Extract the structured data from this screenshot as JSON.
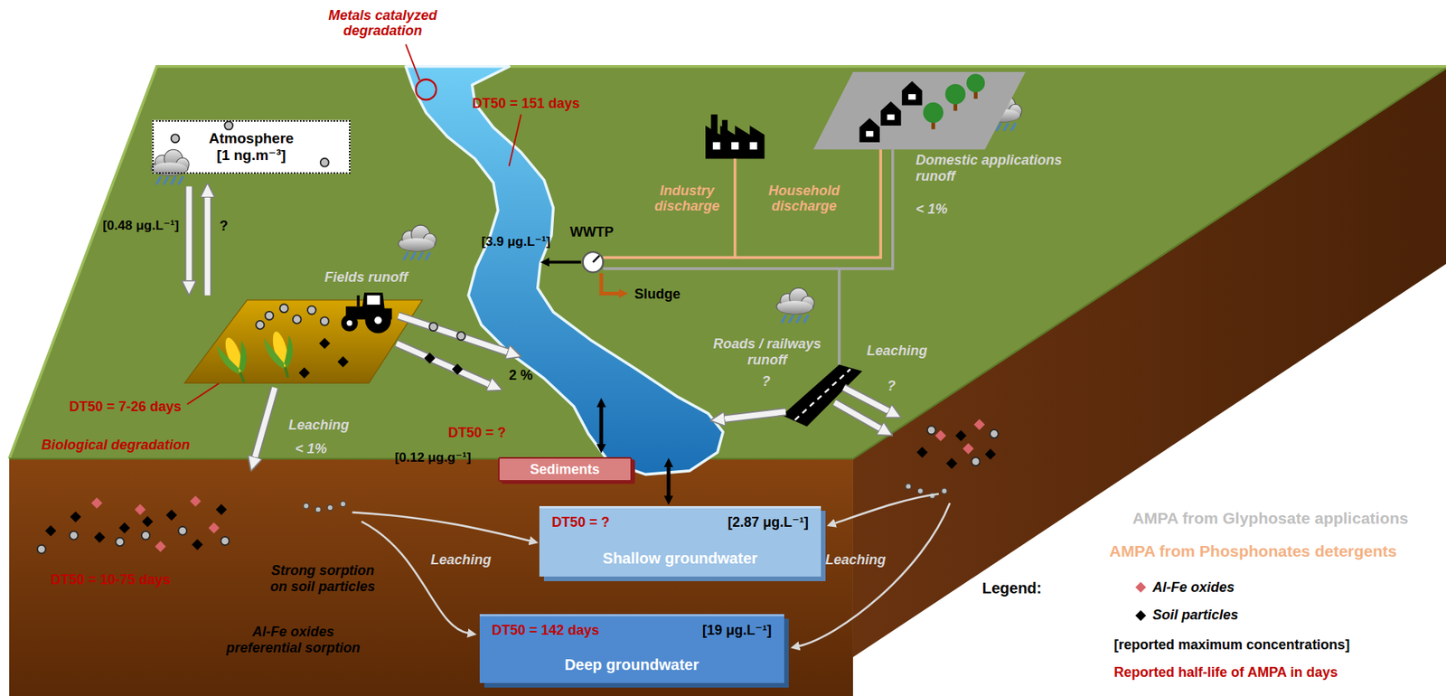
{
  "diagram": {
    "nodes": [
      {
        "text": [
          "Atmosphere",
          "[1 ng.m⁻³]"
        ]
      },
      {
        "text": [
          "Sediments"
        ]
      },
      {
        "text": [
          "DT50 = ?",
          "[2.87 μg.L⁻¹]",
          "Shallow groundwater"
        ]
      },
      {
        "text": [
          "DT50 = 142 days",
          "[19 μg.L⁻¹]",
          "Deep groundwater"
        ]
      }
    ],
    "labels": [
      "Metals catalyzed degradation",
      "DT50 = 151 days",
      "[0.48 μg.L⁻¹]",
      "?",
      "Fields runoff",
      "2 %",
      "DT50 = 7-26 days",
      "Biological degradation",
      "Leaching",
      "< 1%",
      "DT50 = ?",
      "[0.12 μg.g⁻¹]",
      "[3.9 μg.L⁻¹]",
      "WWTP",
      "Sludge",
      "Industry discharge",
      "Household discharge",
      "Domestic applications runoff",
      "< 1%",
      "Roads / railways runoff",
      "?",
      "Leaching",
      "?",
      "DT50 = 10-75 days",
      "Strong sorption on soil particles",
      "Leaching",
      "Leaching",
      "Al-Fe oxides preferential sorption",
      "Legend:"
    ],
    "legend": [
      {
        "text": "AMPA from Glyphosate applications"
      },
      {
        "text": "AMPA from Phosphonates detergents"
      },
      {
        "text": "Al-Fe oxides",
        "color": "#d9646a"
      },
      {
        "text": "Soil particles",
        "color": "#000000"
      },
      {
        "text": "[reported maximum concentrations]"
      },
      {
        "text": "Reported half-life of AMPA in days"
      }
    ]
  }
}
